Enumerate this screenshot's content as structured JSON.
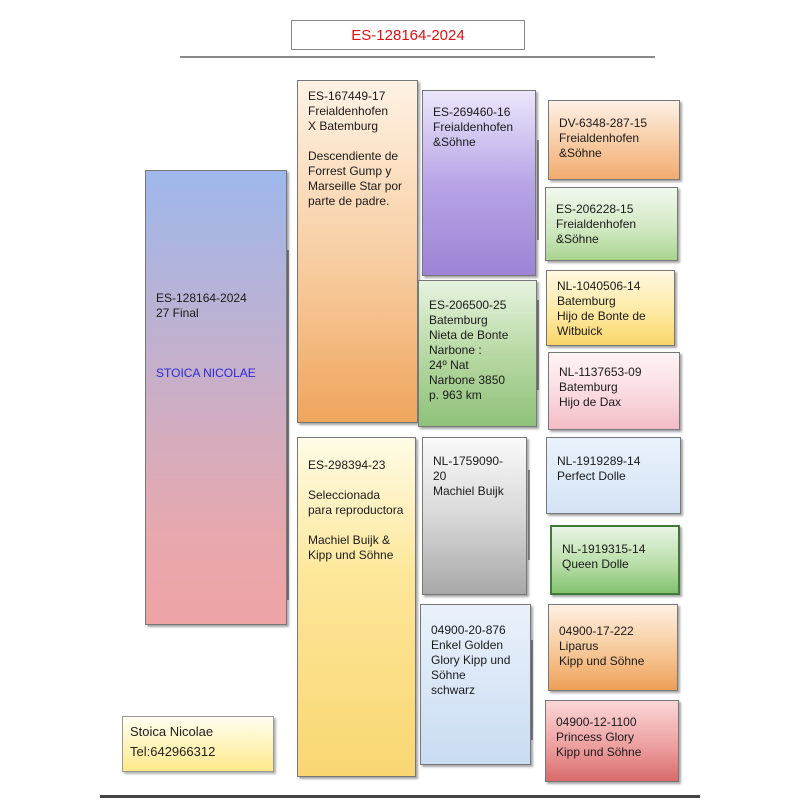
{
  "header": {
    "title": "ES-128164-2024"
  },
  "pedigree": {
    "main": {
      "text": "ES-128164-2024\n27 Final",
      "owner": "STOICA NICOLAE"
    },
    "sire": {
      "text": "ES-167449-17\nFreialdenhofen\nX Batemburg\n\nDescendiente de Forrest Gump y Marseille Star por parte de padre."
    },
    "dam": {
      "text": "ES-298394-23\n\nSeleccionada para reproductora\n\nMachiel Buijk &\nKipp und Söhne"
    },
    "sire_sire": {
      "text": "ES-269460-16\nFreialdenhofen\n&Söhne"
    },
    "sire_dam": {
      "text": "ES-206500-25\nBatemburg\nNieta de Bonte Narbone :\n24º Nat\nNarbone 3850\np. 963 km"
    },
    "dam_sire": {
      "text": "NL-1759090-20\nMachiel Buijk"
    },
    "dam_dam": {
      "text": "04900-20-876\nEnkel Golden Glory Kipp und Söhne\nschwarz"
    },
    "sss": {
      "text": "DV-6348-287-15\nFreialdenhofen\n&Söhne"
    },
    "ssd": {
      "text": "ES-206228-15\nFreialdenhofen\n&Söhne"
    },
    "sds": {
      "text": "NL-1040506-14\nBatemburg\nHijo de Bonte de Witbuick"
    },
    "sdd": {
      "text": "NL-1137653-09\nBatemburg\nHijo de Dax"
    },
    "dss": {
      "text": "NL-1919289-14\nPerfect Dolle"
    },
    "dsd": {
      "text": "NL-1919315-14\nQueen Dolle"
    },
    "dds": {
      "text": "04900-17-222\nLiparus\nKipp und Söhne"
    },
    "ddd": {
      "text": "04900-12-1100\nPrincess Glory\nKipp und Söhne"
    }
  },
  "contact": {
    "name": "Stoica Nicolae",
    "phone": "Tel:642966312"
  }
}
